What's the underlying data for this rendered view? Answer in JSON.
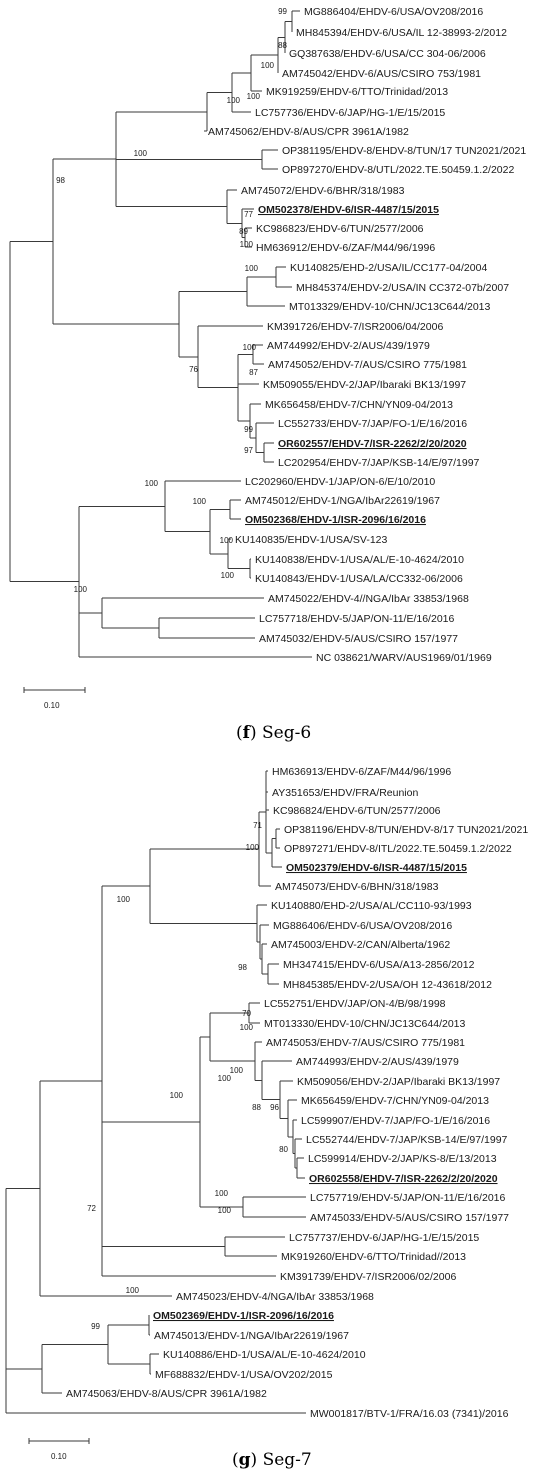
{
  "panels": [
    {
      "id": "f",
      "caption": {
        "letter": "f",
        "text": "Seg-6"
      },
      "scale_label": "0.10",
      "leaves": [
        {
          "label": "MG886404/EHDV-6/USA/OV208/2016"
        },
        {
          "label": "MH845394/EHDV-6/USA/IL 12-38993-2/2012"
        },
        {
          "label": "GQ387638/EHDV-6/USA/CC 304-06/2006"
        },
        {
          "label": "AM745042/EHDV-6/AUS/CSIRO 753/1981"
        },
        {
          "label": "MK919259/EHDV-6/TTO/Trinidad/2013"
        },
        {
          "label": "LC757736/EHDV-6/JAP/HG-1/E/15/2015"
        },
        {
          "label": "AM745062/EHDV-8/AUS/CPR 3961A/1982"
        },
        {
          "label": "OP381195/EHDV-8/EHDV-8/TUN/17 TUN2021/2021"
        },
        {
          "label": "OP897270/EHDV-8/UTL/2022.TE.50459.1.2/2022"
        },
        {
          "label": "AM745072/EHDV-6/BHR/318/1983"
        },
        {
          "label": "OM502378/EHDV-6/ISR-4487/15/2015",
          "highlight": true
        },
        {
          "label": "KC986823/EHDV-6/TUN/2577/2006"
        },
        {
          "label": "HM636912/EHDV-6/ZAF/M44/96/1996"
        },
        {
          "label": "KU140825/EHD-2/USA/IL/CC177-04/2004"
        },
        {
          "label": "MH845374/EHDV-2/USA/IN CC372-07b/2007"
        },
        {
          "label": "MT013329/EHDV-10/CHN/JC13C644/2013"
        },
        {
          "label": "KM391726/EHDV-7/ISR2006/04/2006"
        },
        {
          "label": "AM744992/EHDV-2/AUS/439/1979"
        },
        {
          "label": "AM745052/EHDV-7/AUS/CSIRO 775/1981"
        },
        {
          "label": "KM509055/EHDV-2/JAP/Ibaraki BK13/1997"
        },
        {
          "label": "MK656458/EHDV-7/CHN/YN09-04/2013"
        },
        {
          "label": "LC552733/EHDV-7/JAP/FO-1/E/16/2016"
        },
        {
          "label": "OR602557/EHDV-7/ISR-2262/2/20/2020",
          "highlight": true
        },
        {
          "label": "LC202954/EHDV-7/JAP/KSB-14/E/97/1997"
        },
        {
          "label": "LC202960/EHDV-1/JAP/ON-6/E/10/2010"
        },
        {
          "label": "AM745012/EHDV-1/NGA/IbAr22619/1967"
        },
        {
          "label": "OM502368/EHDV-1/ISR-2096/16/2016",
          "highlight": true
        },
        {
          "label": "KU140835/EHDV-1/USA/SV-123"
        },
        {
          "label": "KU140838/EHDV-1/USA/AL/E-10-4624/2010"
        },
        {
          "label": "KU140843/EHDV-1/USA/LA/CC332-06/2006"
        },
        {
          "label": "AM745022/EHDV-4//NGA/IbAr 33853/1968"
        },
        {
          "label": "LC757718/EHDV-5/JAP/ON-11/E/16/2016"
        },
        {
          "label": "AM745032/EHDV-5/AUS/CSIRO 157/1977"
        },
        {
          "label": "NC 038621/WARV/AUS1969/01/1969"
        }
      ],
      "bootstraps": [
        "99",
        "88",
        "100",
        "100",
        "100",
        "100",
        "77",
        "89",
        "100",
        "98",
        "100",
        "100",
        "87",
        "76",
        "99",
        "97",
        "100",
        "100",
        "100",
        "100",
        "100"
      ]
    },
    {
      "id": "g",
      "caption": {
        "letter": "g",
        "text": "Seg-7"
      },
      "scale_label": "0.10",
      "leaves": [
        {
          "label": "HM636913/EHDV-6/ZAF/M44/96/1996"
        },
        {
          "label": "AY351653/EHDV/FRA/Reunion"
        },
        {
          "label": "KC986824/EHDV-6/TUN/2577/2006"
        },
        {
          "label": "OP381196/EHDV-8/TUN/EHDV-8/17 TUN2021/2021"
        },
        {
          "label": "OP897271/EHDV-8/ITL/2022.TE.50459.1.2/2022"
        },
        {
          "label": "OM502379/EHDV-6/ISR-4487/15/2015",
          "highlight": true
        },
        {
          "label": "AM745073/EHDV-6/BHN/318/1983"
        },
        {
          "label": "KU140880/EHD-2/USA/AL/CC110-93/1993"
        },
        {
          "label": "MG886406/EHDV-6/USA/OV208/2016"
        },
        {
          "label": "AM745003/EHDV-2/CAN/Alberta/1962"
        },
        {
          "label": "MH347415/EHDV-6/USA/A13-2856/2012"
        },
        {
          "label": "MH845385/EHDV-2/USA/OH 12-43618/2012"
        },
        {
          "label": "LC552751/EHDV/JAP/ON-4/B/98/1998"
        },
        {
          "label": "MT013330/EHDV-10/CHN/JC13C644/2013"
        },
        {
          "label": "AM745053/EHDV-7/AUS/CSIRO 775/1981"
        },
        {
          "label": "AM744993/EHDV-2/AUS/439/1979"
        },
        {
          "label": "KM509056/EHDV-2/JAP/Ibaraki BK13/1997"
        },
        {
          "label": "MK656459/EHDV-7/CHN/YN09-04/2013"
        },
        {
          "label": "LC599907/EHDV-7/JAP/FO-1/E/16/2016"
        },
        {
          "label": "LC552744/EHDV-7/JAP/KSB-14/E/97/1997"
        },
        {
          "label": "LC599914/EHDV-2/JAP/KS-8/E/13/2013"
        },
        {
          "label": "OR602558/EHDV-7/ISR-2262/2/20/2020",
          "highlight": true
        },
        {
          "label": "LC757719/EHDV-5/JAP/ON-11/E/16/2016"
        },
        {
          "label": "AM745033/EHDV-5/AUS/CSIRO 157/1977"
        },
        {
          "label": "LC757737/EHDV-6/JAP/HG-1/E/15/2015"
        },
        {
          "label": "MK919260/EHDV-6/TTO/Trinidad//2013"
        },
        {
          "label": "KM391739/EHDV-7/ISR2006/02/2006"
        },
        {
          "label": "AM745023/EHDV-4/NGA/IbAr 33853/1968"
        },
        {
          "label": "OM502369/EHDV-1/ISR-2096/16/2016",
          "highlight": true
        },
        {
          "label": "AM745013/EHDV-1/NGA/IbAr22619/1967"
        },
        {
          "label": "KU140886/EHD-1/USA/AL/E-10-4624/2010"
        },
        {
          "label": "MF688832/EHDV-1/USA/OV202/2015"
        },
        {
          "label": "AM745063/EHDV-8/AUS/CPR 3961A/1982"
        },
        {
          "label": "MW001817/BTV-1/FRA/16.03 (7341)/2016"
        }
      ],
      "bootstraps": [
        "71",
        "100",
        "100",
        "98",
        "70",
        "100",
        "100",
        "96",
        "80",
        "88",
        "100",
        "100",
        "100",
        "72",
        "100",
        "100",
        "99"
      ]
    }
  ]
}
